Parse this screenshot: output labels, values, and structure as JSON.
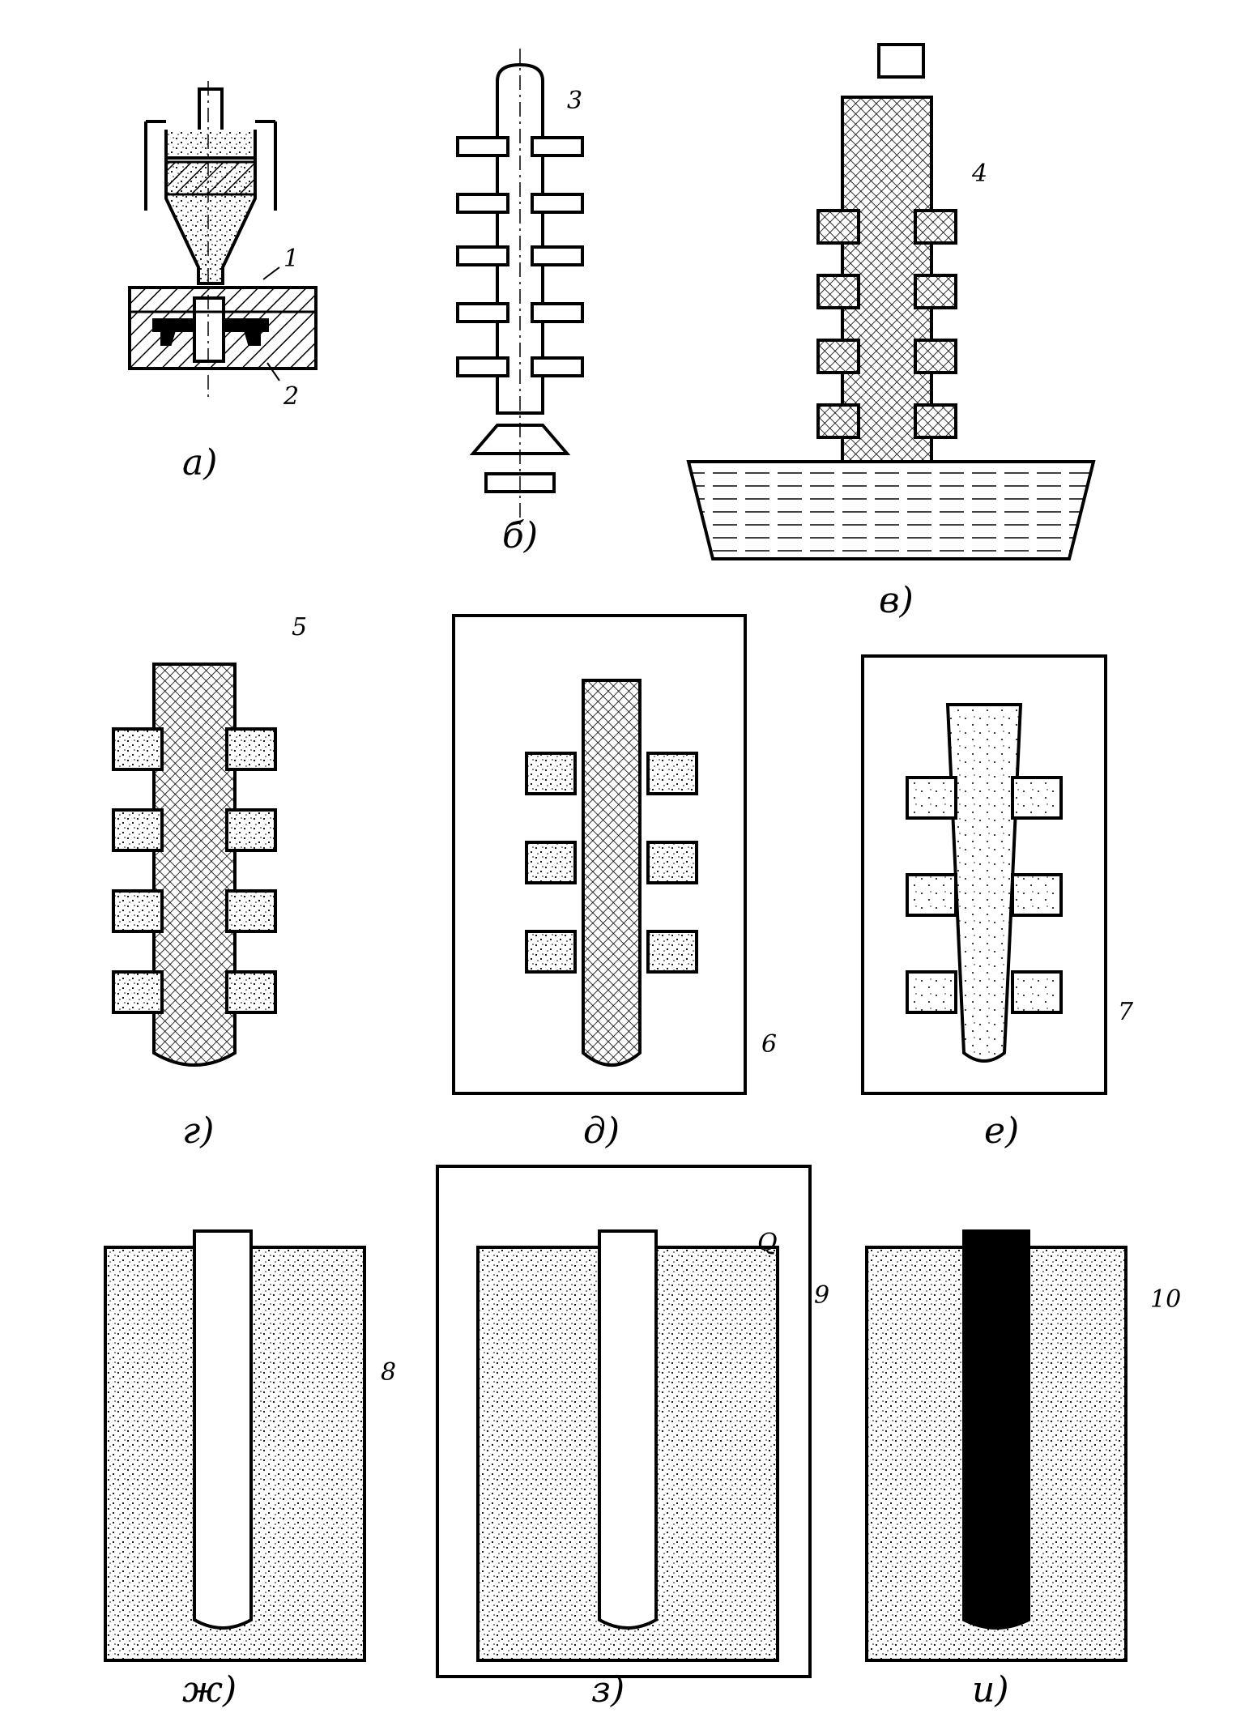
{
  "panels": [
    {
      "id": "a",
      "label": "а)"
    },
    {
      "id": "b",
      "label": "б)"
    },
    {
      "id": "v",
      "label": "в)"
    },
    {
      "id": "g",
      "label": "г)"
    },
    {
      "id": "d",
      "label": "д)"
    },
    {
      "id": "e",
      "label": "е)"
    },
    {
      "id": "zh",
      "label": "ж)"
    },
    {
      "id": "z",
      "label": "з)"
    },
    {
      "id": "i",
      "label": "и)"
    }
  ],
  "callouts": [
    "1",
    "2",
    "3",
    "4",
    "5",
    "6",
    "7",
    "8",
    "9",
    "10"
  ],
  "heat_symbol": "Q"
}
